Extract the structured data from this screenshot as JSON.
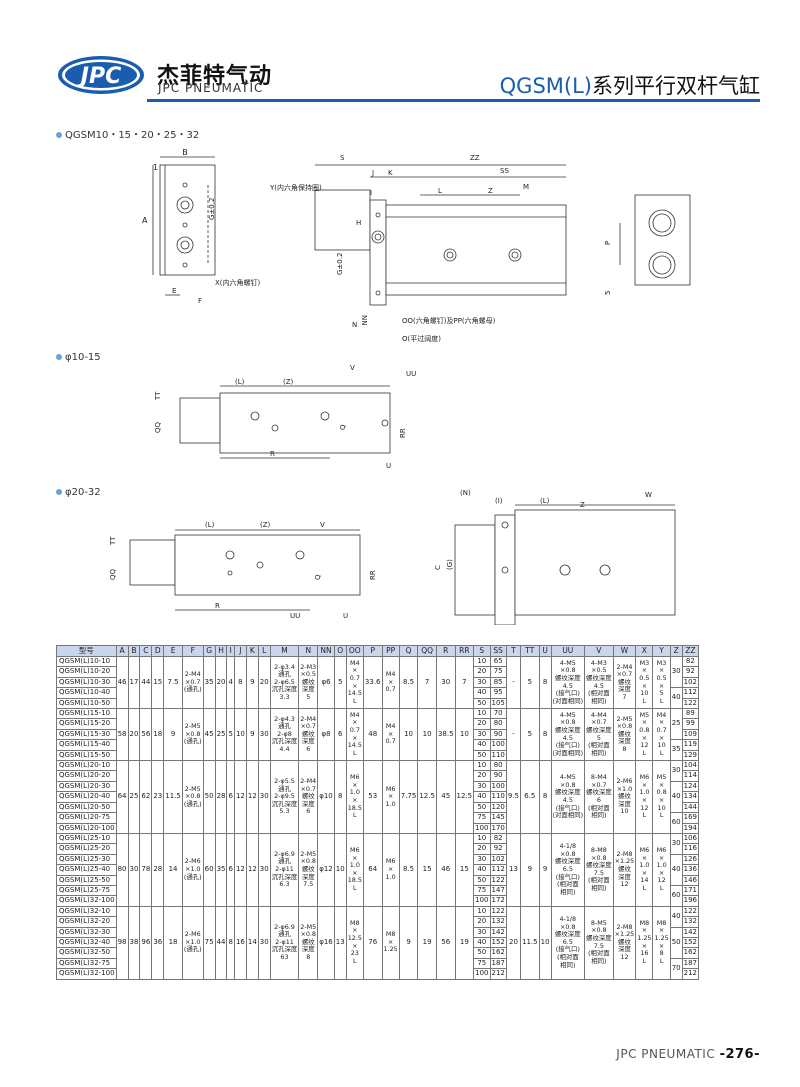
{
  "header": {
    "brand_cn": "杰菲特气动",
    "brand_en": "JPC PNEUMATIC",
    "logo_text": "JPC",
    "title_en": "QGSM(L)",
    "title_cn": "系列平行双杆气缸"
  },
  "sections": [
    {
      "label": "QGSM10・15・20・25・32"
    },
    {
      "label": "φ10-15"
    },
    {
      "label": "φ20-32"
    }
  ],
  "diagram1": {
    "labels": [
      "B",
      "1",
      "A",
      "G±0.2",
      "X(内六角螺钉)",
      "E",
      "F",
      "S",
      "J",
      "K",
      "ZZ",
      "SS",
      "L",
      "Z",
      "M",
      "Y(内六角保持圈)",
      "I",
      "H",
      "G±0.2",
      "N",
      "NN",
      "OO(六角螺钉)及PP(六角螺母)",
      "O(平过阔度)",
      "P",
      "5"
    ]
  },
  "diagram2": {
    "labels": [
      "V",
      "UU",
      "(L)",
      "(Z)",
      "TT",
      "QQ",
      "Q",
      "RR",
      "R",
      "U"
    ]
  },
  "diagram3": {
    "labels": [
      "(N)",
      "(I)",
      "(L)",
      "Z",
      "W",
      "C",
      "(G)",
      "V",
      "(L)",
      "(Z)",
      "TT",
      "QQ",
      "Q",
      "RR",
      "R",
      "UU",
      "U"
    ]
  },
  "table": {
    "headers": [
      "型号",
      "A",
      "B",
      "C",
      "D",
      "E",
      "F",
      "G",
      "H",
      "I",
      "J",
      "K",
      "L",
      "M",
      "N",
      "NN",
      "O",
      "OO",
      "P",
      "PP",
      "Q",
      "QQ",
      "R",
      "RR",
      "S",
      "SS",
      "T",
      "TT",
      "U",
      "UU",
      "V",
      "W",
      "X",
      "Y",
      "Z",
      "ZZ"
    ],
    "groups": [
      {
        "models": [
          "QGSM(L)10-10",
          "QGSM(L)10-20",
          "QGSM(L)10-30",
          "QGSM(L)10-40",
          "QGSM(L)10-50"
        ],
        "fixed": [
          "46",
          "17",
          "44",
          "15",
          "7.5",
          "2-M4\n×0.7\n(通孔)",
          "35",
          "20",
          "4",
          "8",
          "9",
          "20",
          "2-φ3.4\n通孔\n2-φ6.5\n沉孔深度\n3.3",
          "2-M3\n×0.5\n螺纹\n深度\n5",
          "φ6",
          "5",
          "M4\n×\n0.7\n×\n14.5\nL",
          "33.6",
          "M4\n×\n0.7",
          "8.5",
          "7",
          "30",
          "7"
        ],
        "S": [
          "10",
          "20",
          "30",
          "40",
          "50"
        ],
        "SS": [
          "65",
          "75",
          "85",
          "95",
          "105"
        ],
        "mid": [
          "-",
          "5",
          "8",
          "4-M5\n×0.8\n螺纹深度\n4.5\n(接气口)\n(对面相同)",
          "4-M3\n×0.5\n螺纹深度\n4.5\n(相对面\n相同)",
          "2-M4\n×0.7\n螺纹\n深度\n7",
          "M3\n×\n0.5\n×\n10\nL",
          "M3\n×\n0.5\n×\n5\nL"
        ],
        "Z": [
          "30",
          "40"
        ],
        "ZZ": [
          "82",
          "92",
          "102",
          "112",
          "122"
        ]
      },
      {
        "models": [
          "QGSM(L)15-10",
          "QGSM(L)15-20",
          "QGSM(L)15-30",
          "QGSM(L)15-40",
          "QGSM(L)15-50"
        ],
        "fixed": [
          "58",
          "20",
          "56",
          "18",
          "9",
          "2-M5\n×0.8\n(通孔)",
          "45",
          "25",
          "5",
          "10",
          "9",
          "30",
          "2-φ4.3\n通孔\n2-φ8\n沉孔深度\n4.4",
          "2-M4\n×0.7\n螺纹\n深度\n6",
          "φ8",
          "6",
          "M4\n×\n0.7\n×\n14.5\nL",
          "48",
          "M4\n×\n0.7",
          "10",
          "10",
          "38.5",
          "10"
        ],
        "S": [
          "10",
          "20",
          "30",
          "40",
          "50"
        ],
        "SS": [
          "70",
          "80",
          "90",
          "100",
          "110"
        ],
        "mid": [
          "-",
          "5",
          "8",
          "4-M5\n×0.8\n螺纹深度\n4.5\n(接气口)\n(对面相同)",
          "4-M4\n×0.7\n螺纹深度\n5\n(相对面\n相同)",
          "2-M5\n×0.8\n螺纹\n深度\n8",
          "M5\n×\n0.8\n×\n12\nL",
          "M4\n×\n0.7\n×\n10\nL"
        ],
        "Z": [
          "25",
          "35"
        ],
        "ZZ": [
          "89",
          "99",
          "109",
          "119",
          "129"
        ]
      },
      {
        "models": [
          "QGSM(L)20-10",
          "QGSM(L)20-20",
          "QGSM(L)20-30",
          "QGSM(L)20-40",
          "QGSM(L)20-50",
          "QGSM(L)20-75",
          "QGSM(L)20-100"
        ],
        "fixed": [
          "64",
          "25",
          "62",
          "23",
          "11.5",
          "2-M5\n×0.8\n(通孔)",
          "50",
          "28",
          "6",
          "12",
          "12",
          "30",
          "2-φ5.5\n通孔\n2-φ9.5\n沉孔深度\n5.3",
          "2-M4\n×0.7\n螺纹\n深度\n6",
          "φ10",
          "8",
          "M6\n×\n1.0\n×\n18.5\nL",
          "53",
          "M6\n×\n1.0",
          "7.75",
          "12.5",
          "45",
          "12.5"
        ],
        "S": [
          "10",
          "20",
          "30",
          "40",
          "50",
          "75",
          "100"
        ],
        "SS": [
          "80",
          "90",
          "100",
          "110",
          "120",
          "145",
          "170"
        ],
        "mid": [
          "9.5",
          "6.5",
          "8",
          "4-M5\n×0.8\n螺纹深度\n4.5\n(接气口)\n(对面相同)",
          "8-M4\n×0.7\n螺纹深度\n6\n(相对面\n相同)",
          "2-M6\n×1.0\n螺纹\n深度\n10",
          "M6\n×\n1.0\n×\n12\nL",
          "M5\n×\n0.8\n×\n10\nL"
        ],
        "Z": [
          "30",
          "40",
          "60"
        ],
        "ZZ": [
          "104",
          "114",
          "124",
          "134",
          "144",
          "169",
          "194"
        ]
      },
      {
        "models": [
          "QGSM(L)25-10",
          "QGSM(L)25-20",
          "QGSM(L)25-30",
          "QGSM(L)25-40",
          "QGSM(L)25-50",
          "QGSM(L)25-75",
          "QGSM(L)32-100"
        ],
        "fixed": [
          "80",
          "30",
          "78",
          "28",
          "14",
          "2-M6\n×1.0\n(通孔)",
          "60",
          "35",
          "6",
          "12",
          "12",
          "30",
          "2-φ6.9\n通孔\n2-φ11\n沉孔深度\n6.3",
          "2-M5\n×0.8\n螺纹\n深度\n7.5",
          "φ12",
          "10",
          "M6\n×\n1.0\n×\n18.5\nL",
          "64",
          "M6\n×\n1.0",
          "8.5",
          "15",
          "46",
          "15"
        ],
        "S": [
          "10",
          "20",
          "30",
          "40",
          "50",
          "75",
          "100"
        ],
        "SS": [
          "82",
          "92",
          "102",
          "112",
          "122",
          "147",
          "172"
        ],
        "mid": [
          "13",
          "9",
          "9",
          "4-1/8\n×0.8\n螺纹深度\n6.5\n(接气口)\n(相对面\n相同)",
          "8-M8\n×0.8\n螺纹深度\n7.5\n(相对面\n相同)",
          "2-M8\n×1.25\n螺纹\n深度\n12",
          "M6\n×\n1.0\n×\n14\nL",
          "M6\n×\n1.0\n×\n12\nL"
        ],
        "Z": [
          "30",
          "40",
          "60"
        ],
        "ZZ": [
          "106",
          "116",
          "126",
          "136",
          "146",
          "171",
          "196"
        ]
      },
      {
        "models": [
          "QGSM(L)32-10",
          "QGSM(L)32-20",
          "QGSM(L)32-30",
          "QGSM(L)32-40",
          "QGSM(L)32-50",
          "QGSM(L)32-75",
          "QGSM(L)32-100"
        ],
        "fixed": [
          "98",
          "38",
          "96",
          "36",
          "18",
          "2-M6\n×1.0\n(通孔)",
          "75",
          "44",
          "8",
          "16",
          "14",
          "30",
          "2-φ6.9\n通孔\n2-φ11\n沉孔深度\n63",
          "2-M5\n×0.8\n螺纹\n深度\n8",
          "φ16",
          "13",
          "M8\n×\n12.5\n×\n23\nL",
          "76",
          "M8\n×\n1.25",
          "9",
          "19",
          "56",
          "19"
        ],
        "S": [
          "10",
          "20",
          "30",
          "40",
          "50",
          "75",
          "100"
        ],
        "SS": [
          "122",
          "132",
          "142",
          "152",
          "162",
          "187",
          "212"
        ],
        "mid": [
          "20",
          "11.5",
          "10",
          "4-1/8\n×0.8\n螺纹深度\n6.5\n(接气口)\n(相对面\n相同)",
          "8-M5\n×0.8\n螺纹深度\n7.5\n(相对面\n相同)",
          "2-M8\n×1.25\n螺纹\n深度\n12",
          "M8\n×\n1.25\n×\n16\nL",
          "M8\n×\n1.25\n×\n8\nL"
        ],
        "Z": [
          "40",
          "50",
          "70"
        ],
        "ZZ": [
          "122",
          "132",
          "142",
          "152",
          "162",
          "187",
          "212"
        ]
      }
    ]
  },
  "footer": {
    "brand": "JPC PNEUMATIC",
    "page": "-276-"
  },
  "colors": {
    "accent": "#1a5cb0",
    "table_header": "#c9d6ec"
  }
}
